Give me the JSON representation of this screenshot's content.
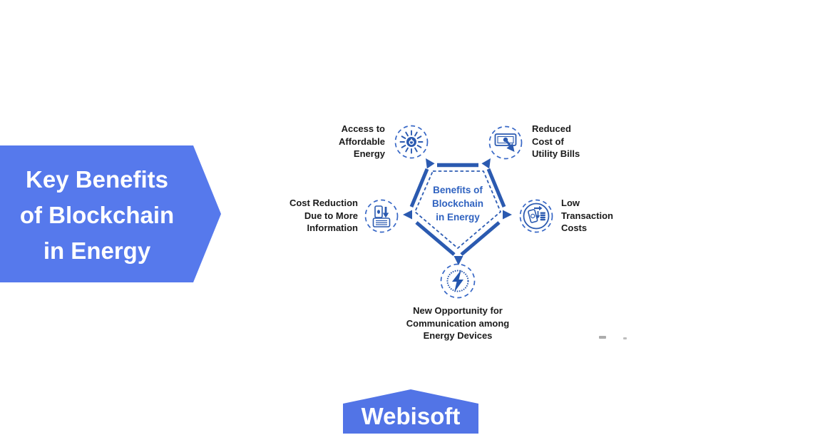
{
  "banner": {
    "title": "Key Benefits\nof Blockchain\nin Energy"
  },
  "diagram": {
    "center": {
      "title": "Benefits of\nBlockchain\nin Energy"
    },
    "nodes": [
      {
        "id": "access-affordable-energy",
        "label": "Access to\nAffordable\nEnergy",
        "icon": "sun-power-icon",
        "position": "top-left"
      },
      {
        "id": "reduced-utility-bills",
        "label": "Reduced\nCost of\nUtility Bills",
        "icon": "banknote-arrow-icon",
        "position": "top-right"
      },
      {
        "id": "cost-reduction-information",
        "label": "Cost Reduction\nDue to More\nInformation",
        "icon": "receipt-arrow-icon",
        "position": "left"
      },
      {
        "id": "low-transaction-costs",
        "label": "Low\nTransaction\nCosts",
        "icon": "phone-coins-icon",
        "position": "right"
      },
      {
        "id": "communication-energy-devices",
        "label": "New Opportunity for\nCommunication among\nEnergy Devices",
        "icon": "lightning-icon",
        "position": "bottom"
      }
    ]
  },
  "footer": {
    "logo_text": "Webisoft"
  },
  "colors": {
    "banner_blue": "#5679ec",
    "logo_blue": "#5274e6",
    "diagram_blue": "#2b5ab0",
    "dashed_circle_blue": "#3767c6",
    "center_text_blue": "#2f62c0",
    "label_black": "#1b1b1b"
  }
}
